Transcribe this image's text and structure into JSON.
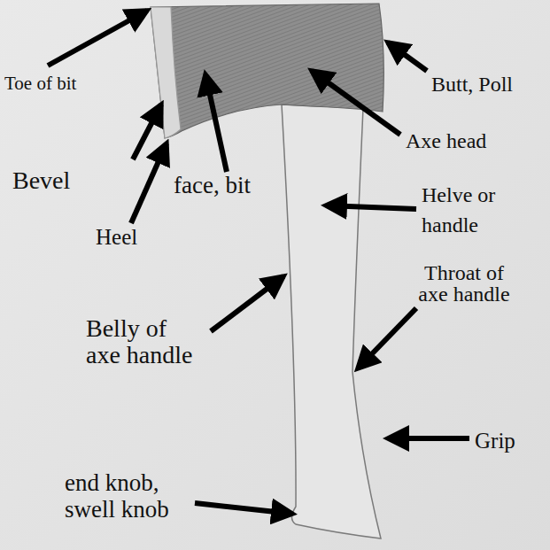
{
  "diagram": {
    "labels": [
      "Toe of bit",
      "Butt, Poll",
      "Axe head",
      "Bevel",
      "face, bit",
      "Helve or handle",
      "Heel",
      "Throat of axe handle",
      "Belly of axe handle",
      "Grip",
      "end knob, swell knob"
    ]
  }
}
